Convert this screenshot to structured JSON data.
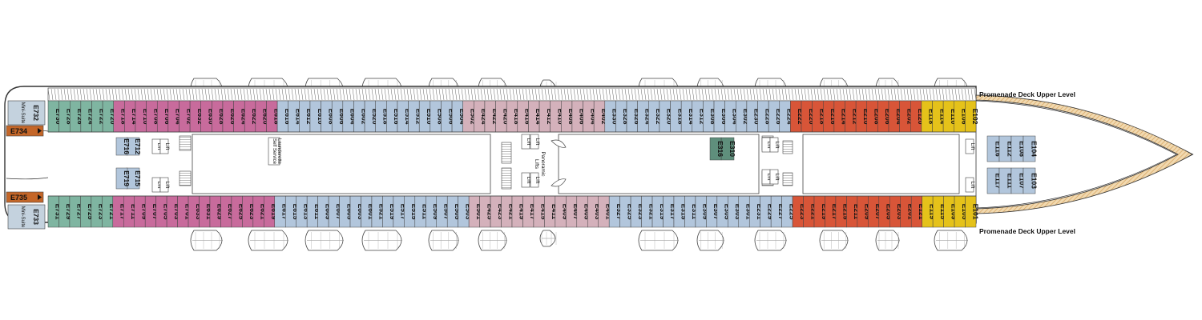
{
  "colors": {
    "teal": "#7fb5a1",
    "magenta": "#c86b9c",
    "blue": "#b2c6dc",
    "mauve": "#d4b1bb",
    "red": "#d85538",
    "yellow": "#e5c21a",
    "gray": "#c4d2de",
    "darkgreen": "#5f8f7c",
    "orange": "#c46628",
    "deck_hatch": "#e0b880"
  },
  "deck_label_top": "Promenade Deck Upper Level",
  "deck_label_bottom": "Promenade Deck Upper Level",
  "aft": {
    "E732_label": "E732",
    "E732_sub": "Mini-Suite",
    "E733_label": "E733",
    "E733_sub": "Mini-Suite",
    "E734_label": "E734",
    "E735_label": "E735"
  },
  "top_row": [
    {
      "n": "E730",
      "c": "teal"
    },
    {
      "n": "E728",
      "c": "teal"
    },
    {
      "n": "E726",
      "c": "teal"
    },
    {
      "n": "E724",
      "c": "teal"
    },
    {
      "n": "E722",
      "c": "teal"
    },
    {
      "n": "E720",
      "c": "teal"
    },
    {
      "n": "E718",
      "c": "magenta"
    },
    {
      "n": "E714",
      "c": "magenta"
    },
    {
      "n": "E710",
      "c": "magenta"
    },
    {
      "n": "E708",
      "c": "magenta"
    },
    {
      "n": "E706",
      "c": "magenta"
    },
    {
      "n": "E704",
      "c": "magenta"
    },
    {
      "n": "E702",
      "c": "magenta"
    },
    {
      "n": "E632",
      "c": "magenta"
    },
    {
      "n": "E630",
      "c": "magenta"
    },
    {
      "n": "E628",
      "c": "magenta"
    },
    {
      "n": "E626",
      "c": "magenta"
    },
    {
      "n": "E624",
      "c": "magenta"
    },
    {
      "n": "E622",
      "c": "magenta"
    },
    {
      "n": "E620",
      "c": "magenta"
    },
    {
      "n": "E618",
      "c": "magenta"
    },
    {
      "n": "E616",
      "c": "blue"
    },
    {
      "n": "E614",
      "c": "blue"
    },
    {
      "n": "E612",
      "c": "blue"
    },
    {
      "n": "E610",
      "c": "blue"
    },
    {
      "n": "E608",
      "c": "blue"
    },
    {
      "n": "E606",
      "c": "blue"
    },
    {
      "n": "E604",
      "c": "blue"
    },
    {
      "n": "E602",
      "c": "blue"
    },
    {
      "n": "E520",
      "c": "blue"
    },
    {
      "n": "E518",
      "c": "blue"
    },
    {
      "n": "E516",
      "c": "blue"
    },
    {
      "n": "E514",
      "c": "blue"
    },
    {
      "n": "E512",
      "c": "blue"
    },
    {
      "n": "E510",
      "c": "blue"
    },
    {
      "n": "E508",
      "c": "blue"
    },
    {
      "n": "E506",
      "c": "blue"
    },
    {
      "n": "E504",
      "c": "blue"
    },
    {
      "n": "E502",
      "c": "mauve"
    },
    {
      "n": "E424",
      "c": "mauve"
    },
    {
      "n": "E422",
      "c": "mauve"
    },
    {
      "n": "E420",
      "c": "mauve"
    },
    {
      "n": "E418",
      "c": "mauve"
    },
    {
      "n": "E416",
      "c": "mauve"
    },
    {
      "n": "E414",
      "c": "mauve"
    },
    {
      "n": "E412",
      "c": "mauve"
    },
    {
      "n": "E410",
      "c": "mauve"
    },
    {
      "n": "E408",
      "c": "mauve"
    },
    {
      "n": "E406",
      "c": "mauve"
    },
    {
      "n": "E404",
      "c": "mauve"
    },
    {
      "n": "E402",
      "c": "mauve"
    },
    {
      "n": "E330",
      "c": "blue"
    },
    {
      "n": "E328",
      "c": "blue"
    },
    {
      "n": "E326",
      "c": "blue"
    },
    {
      "n": "E324",
      "c": "blue"
    },
    {
      "n": "E322",
      "c": "blue"
    },
    {
      "n": "E320",
      "c": "blue"
    },
    {
      "n": "E318",
      "c": "blue"
    },
    {
      "n": "E314",
      "c": "blue"
    },
    {
      "n": "E312",
      "c": "blue"
    },
    {
      "n": "E308",
      "c": "blue"
    },
    {
      "n": "E306",
      "c": "blue"
    },
    {
      "n": "E304",
      "c": "blue"
    },
    {
      "n": "E302",
      "c": "blue"
    },
    {
      "n": "E230",
      "c": "blue"
    },
    {
      "n": "E228",
      "c": "blue"
    },
    {
      "n": "E226",
      "c": "blue"
    },
    {
      "n": "E224",
      "c": "blue"
    },
    {
      "n": "E222",
      "c": "red"
    },
    {
      "n": "E220",
      "c": "red"
    },
    {
      "n": "E218",
      "c": "red"
    },
    {
      "n": "E216",
      "c": "red"
    },
    {
      "n": "E214",
      "c": "red"
    },
    {
      "n": "E212",
      "c": "red"
    },
    {
      "n": "E210",
      "c": "red"
    },
    {
      "n": "E208",
      "c": "red"
    },
    {
      "n": "E206",
      "c": "red"
    },
    {
      "n": "E204",
      "c": "red"
    },
    {
      "n": "E202",
      "c": "red"
    },
    {
      "n": "E120",
      "c": "red"
    },
    {
      "n": "E118",
      "c": "yellow"
    },
    {
      "n": "E114",
      "c": "yellow"
    },
    {
      "n": "E110",
      "c": "yellow"
    },
    {
      "n": "E106",
      "c": "yellow"
    },
    {
      "n": "E102",
      "c": "yellow"
    }
  ],
  "bottom_row": [
    {
      "n": "E731",
      "c": "teal"
    },
    {
      "n": "E729",
      "c": "teal"
    },
    {
      "n": "E727",
      "c": "teal"
    },
    {
      "n": "E725",
      "c": "teal"
    },
    {
      "n": "E723",
      "c": "teal"
    },
    {
      "n": "E721",
      "c": "teal"
    },
    {
      "n": "E717",
      "c": "magenta"
    },
    {
      "n": "E711",
      "c": "magenta"
    },
    {
      "n": "E709",
      "c": "magenta"
    },
    {
      "n": "E707",
      "c": "magenta"
    },
    {
      "n": "E705",
      "c": "magenta"
    },
    {
      "n": "E703",
      "c": "magenta"
    },
    {
      "n": "E701",
      "c": "magenta"
    },
    {
      "n": "E633",
      "c": "magenta"
    },
    {
      "n": "E631",
      "c": "magenta"
    },
    {
      "n": "E629",
      "c": "magenta"
    },
    {
      "n": "E627",
      "c": "magenta"
    },
    {
      "n": "E625",
      "c": "magenta"
    },
    {
      "n": "E623",
      "c": "magenta"
    },
    {
      "n": "E621",
      "c": "magenta"
    },
    {
      "n": "E619",
      "c": "magenta"
    },
    {
      "n": "E617",
      "c": "blue"
    },
    {
      "n": "E615",
      "c": "blue"
    },
    {
      "n": "E613",
      "c": "blue"
    },
    {
      "n": "E611",
      "c": "blue"
    },
    {
      "n": "E609",
      "c": "blue"
    },
    {
      "n": "E607",
      "c": "blue"
    },
    {
      "n": "E605",
      "c": "blue"
    },
    {
      "n": "E603",
      "c": "blue"
    },
    {
      "n": "E601",
      "c": "blue"
    },
    {
      "n": "E521",
      "c": "blue"
    },
    {
      "n": "E519",
      "c": "blue"
    },
    {
      "n": "E517",
      "c": "blue"
    },
    {
      "n": "E515",
      "c": "blue"
    },
    {
      "n": "E511",
      "c": "blue"
    },
    {
      "n": "E509",
      "c": "blue"
    },
    {
      "n": "E507",
      "c": "blue"
    },
    {
      "n": "E505",
      "c": "blue"
    },
    {
      "n": "E503",
      "c": "blue"
    },
    {
      "n": "E501",
      "c": "mauve"
    },
    {
      "n": "E425",
      "c": "mauve"
    },
    {
      "n": "E423",
      "c": "mauve"
    },
    {
      "n": "E421",
      "c": "mauve"
    },
    {
      "n": "E419",
      "c": "mauve"
    },
    {
      "n": "E417",
      "c": "mauve"
    },
    {
      "n": "E415",
      "c": "mauve"
    },
    {
      "n": "E411",
      "c": "mauve"
    },
    {
      "n": "E409",
      "c": "mauve"
    },
    {
      "n": "E407",
      "c": "mauve"
    },
    {
      "n": "E405",
      "c": "mauve"
    },
    {
      "n": "E403",
      "c": "mauve"
    },
    {
      "n": "E401",
      "c": "mauve"
    },
    {
      "n": "E327",
      "c": "blue"
    },
    {
      "n": "E325",
      "c": "blue"
    },
    {
      "n": "E323",
      "c": "blue"
    },
    {
      "n": "E321",
      "c": "blue"
    },
    {
      "n": "E319",
      "c": "blue"
    },
    {
      "n": "E317",
      "c": "blue"
    },
    {
      "n": "E315",
      "c": "blue"
    },
    {
      "n": "E311",
      "c": "blue"
    },
    {
      "n": "E309",
      "c": "blue"
    },
    {
      "n": "E307",
      "c": "blue"
    },
    {
      "n": "E305",
      "c": "blue"
    },
    {
      "n": "E303",
      "c": "blue"
    },
    {
      "n": "E301",
      "c": "blue"
    },
    {
      "n": "E231",
      "c": "blue"
    },
    {
      "n": "E229",
      "c": "blue"
    },
    {
      "n": "E227",
      "c": "blue"
    },
    {
      "n": "E225",
      "c": "blue"
    },
    {
      "n": "E223",
      "c": "red"
    },
    {
      "n": "E221",
      "c": "red"
    },
    {
      "n": "E219",
      "c": "red"
    },
    {
      "n": "E217",
      "c": "red"
    },
    {
      "n": "E215",
      "c": "red"
    },
    {
      "n": "E211",
      "c": "red"
    },
    {
      "n": "E209",
      "c": "red"
    },
    {
      "n": "E207",
      "c": "red"
    },
    {
      "n": "E205",
      "c": "red"
    },
    {
      "n": "E203",
      "c": "red"
    },
    {
      "n": "E201",
      "c": "red"
    },
    {
      "n": "E121",
      "c": "red"
    },
    {
      "n": "E119",
      "c": "yellow"
    },
    {
      "n": "E115",
      "c": "yellow"
    },
    {
      "n": "E109",
      "c": "yellow"
    },
    {
      "n": "E105",
      "c": "yellow"
    },
    {
      "n": "E101",
      "c": "yellow"
    }
  ],
  "inner_cabins": [
    {
      "n": "E712",
      "c": "blue"
    },
    {
      "n": "E716",
      "c": "blue"
    },
    {
      "n": "E715",
      "c": "blue"
    },
    {
      "n": "E719",
      "c": "blue"
    },
    {
      "n": "E310",
      "c": "darkgreen"
    },
    {
      "n": "E316",
      "c": "darkgreen"
    },
    {
      "n": "E116",
      "c": "blue"
    },
    {
      "n": "E112",
      "c": "blue"
    },
    {
      "n": "E108",
      "c": "blue"
    },
    {
      "n": "E104",
      "c": "blue"
    },
    {
      "n": "E117",
      "c": "blue"
    },
    {
      "n": "E111",
      "c": "blue"
    },
    {
      "n": "E107",
      "c": "blue"
    },
    {
      "n": "E103",
      "c": "blue"
    }
  ],
  "labels": {
    "lift": "Lift",
    "panoramic": "Panoramic",
    "lifts": "Lifts",
    "self_service": "Self Service",
    "launderette": "Launderette"
  }
}
